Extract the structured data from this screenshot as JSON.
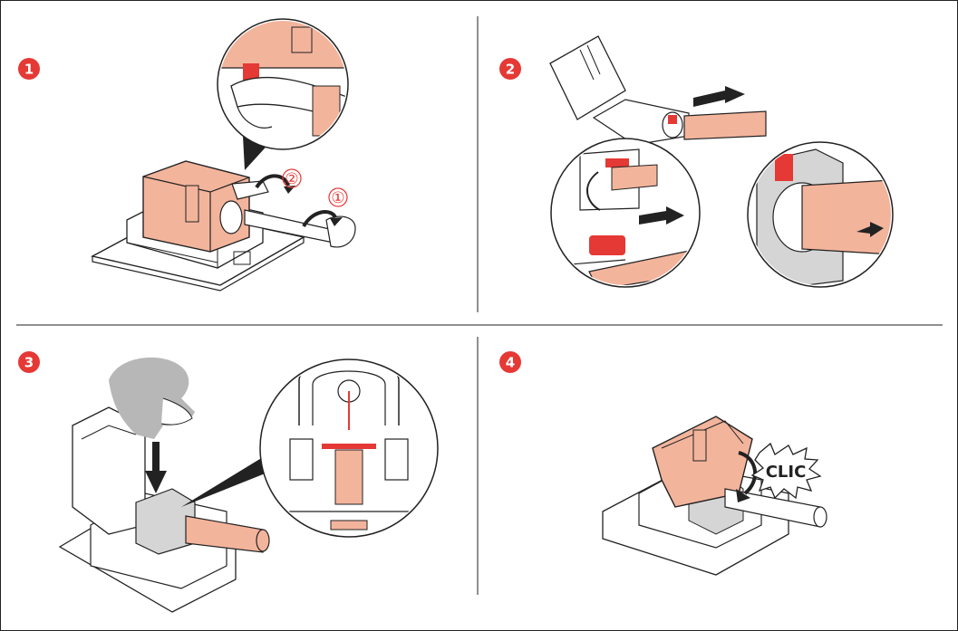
{
  "panels": [
    {
      "step": "1",
      "callouts": [
        "②",
        "①"
      ]
    },
    {
      "step": "2"
    },
    {
      "step": "3"
    },
    {
      "step": "4",
      "sound_label": "CLIC"
    }
  ],
  "colors": {
    "badge": "#e53935",
    "part": "#f3b49c",
    "part_stroke": "#222222",
    "red_detail": "#e53935",
    "grey_head": "#b7b7b7",
    "grey_housing": "#d5d5d5",
    "divider": "#222222"
  }
}
